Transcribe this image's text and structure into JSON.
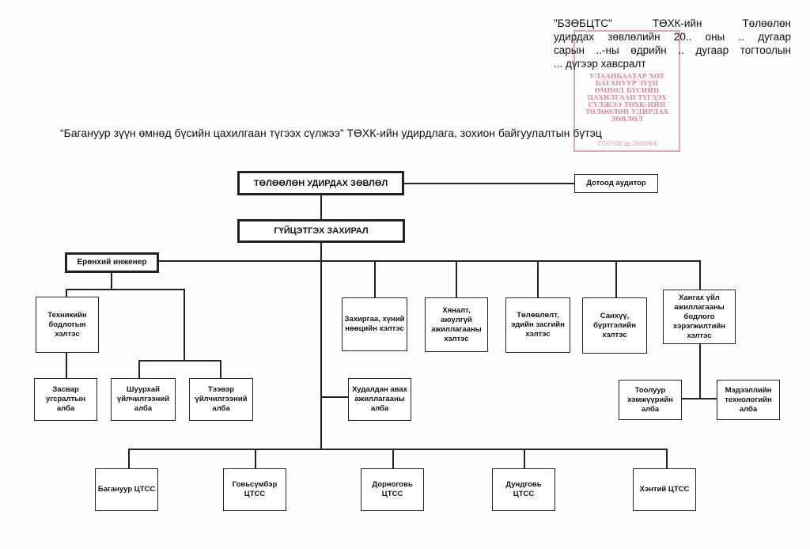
{
  "header": {
    "lines": [
      "\"БЗӨБЦТС\" ТӨХК-ийн Төлөөлөн",
      "удирдах зөвлөлийн 20.. оны .. дугаар",
      "сарын ..-ны өдрийн .. дугаар тогтоолын",
      "... дүгээр хавсралт"
    ]
  },
  "stamp": {
    "lines": [
      "УЛААНБААТАР ХОТ",
      "БАГАНУУР ЗҮҮН",
      "ӨМНӨД БҮСИЙН",
      "ЦАХИЛГААН ТҮГЭЭХ",
      "СҮЛЖЭЭ ТӨХК-ИЙН",
      "ТӨЛӨӨЛӨН УДИРДАХ",
      "ЗӨВЛӨЛ"
    ],
    "registry": "ТТ55768 дд 2008994",
    "color": "#c83c5a"
  },
  "title": "“Багануур зүүн өмнөд бүсийн цахилгаан түгээх сүлжээ” ТӨХК-ийн удирдлага, зохион байгуулалтын бүтэц",
  "org": {
    "board": "ТӨЛӨӨЛӨН УДИРДАХ ЗӨВЛӨЛ",
    "auditor": "Дотоод аудитор",
    "ceo": "ГҮЙЦЭТГЭХ ЗАХИРАЛ",
    "chief_engineer": "Ерөнхий инженер",
    "technical": "Техникийн бодлогын хэлтэс",
    "repair": "Засвар угсралтын алба",
    "dispatch": "Шуурхай үйлчилгээний алба",
    "transport": "Тээвэр үйлчилгээний алба",
    "admin": "Захиргаа, хүний нөөцийн хэлтэс",
    "safety": "Хяналт, аюулгүй ажиллагааны хэлтэс",
    "planning": "Төлөвлөлт, эдийн засгийн хэлтэс",
    "finance": "Санхүү, бүртгэлийн хэлтэс",
    "supply": "Хангах үйл ажиллагааны бодлого хэрэгжилтийн хэлтэс",
    "procurement": "Худалдан авах ажиллагааны алба",
    "metering": "Тоолуур хэмжүүрийн алба",
    "it": "Мэдээллийн технологийн алба",
    "branches": [
      "Багануур ЦТСС",
      "Говьсүмбэр ЦТСС",
      "Дорноговь ЦТСС",
      "Дундговь ЦТСС",
      "Хэнтий ЦТСС"
    ]
  }
}
